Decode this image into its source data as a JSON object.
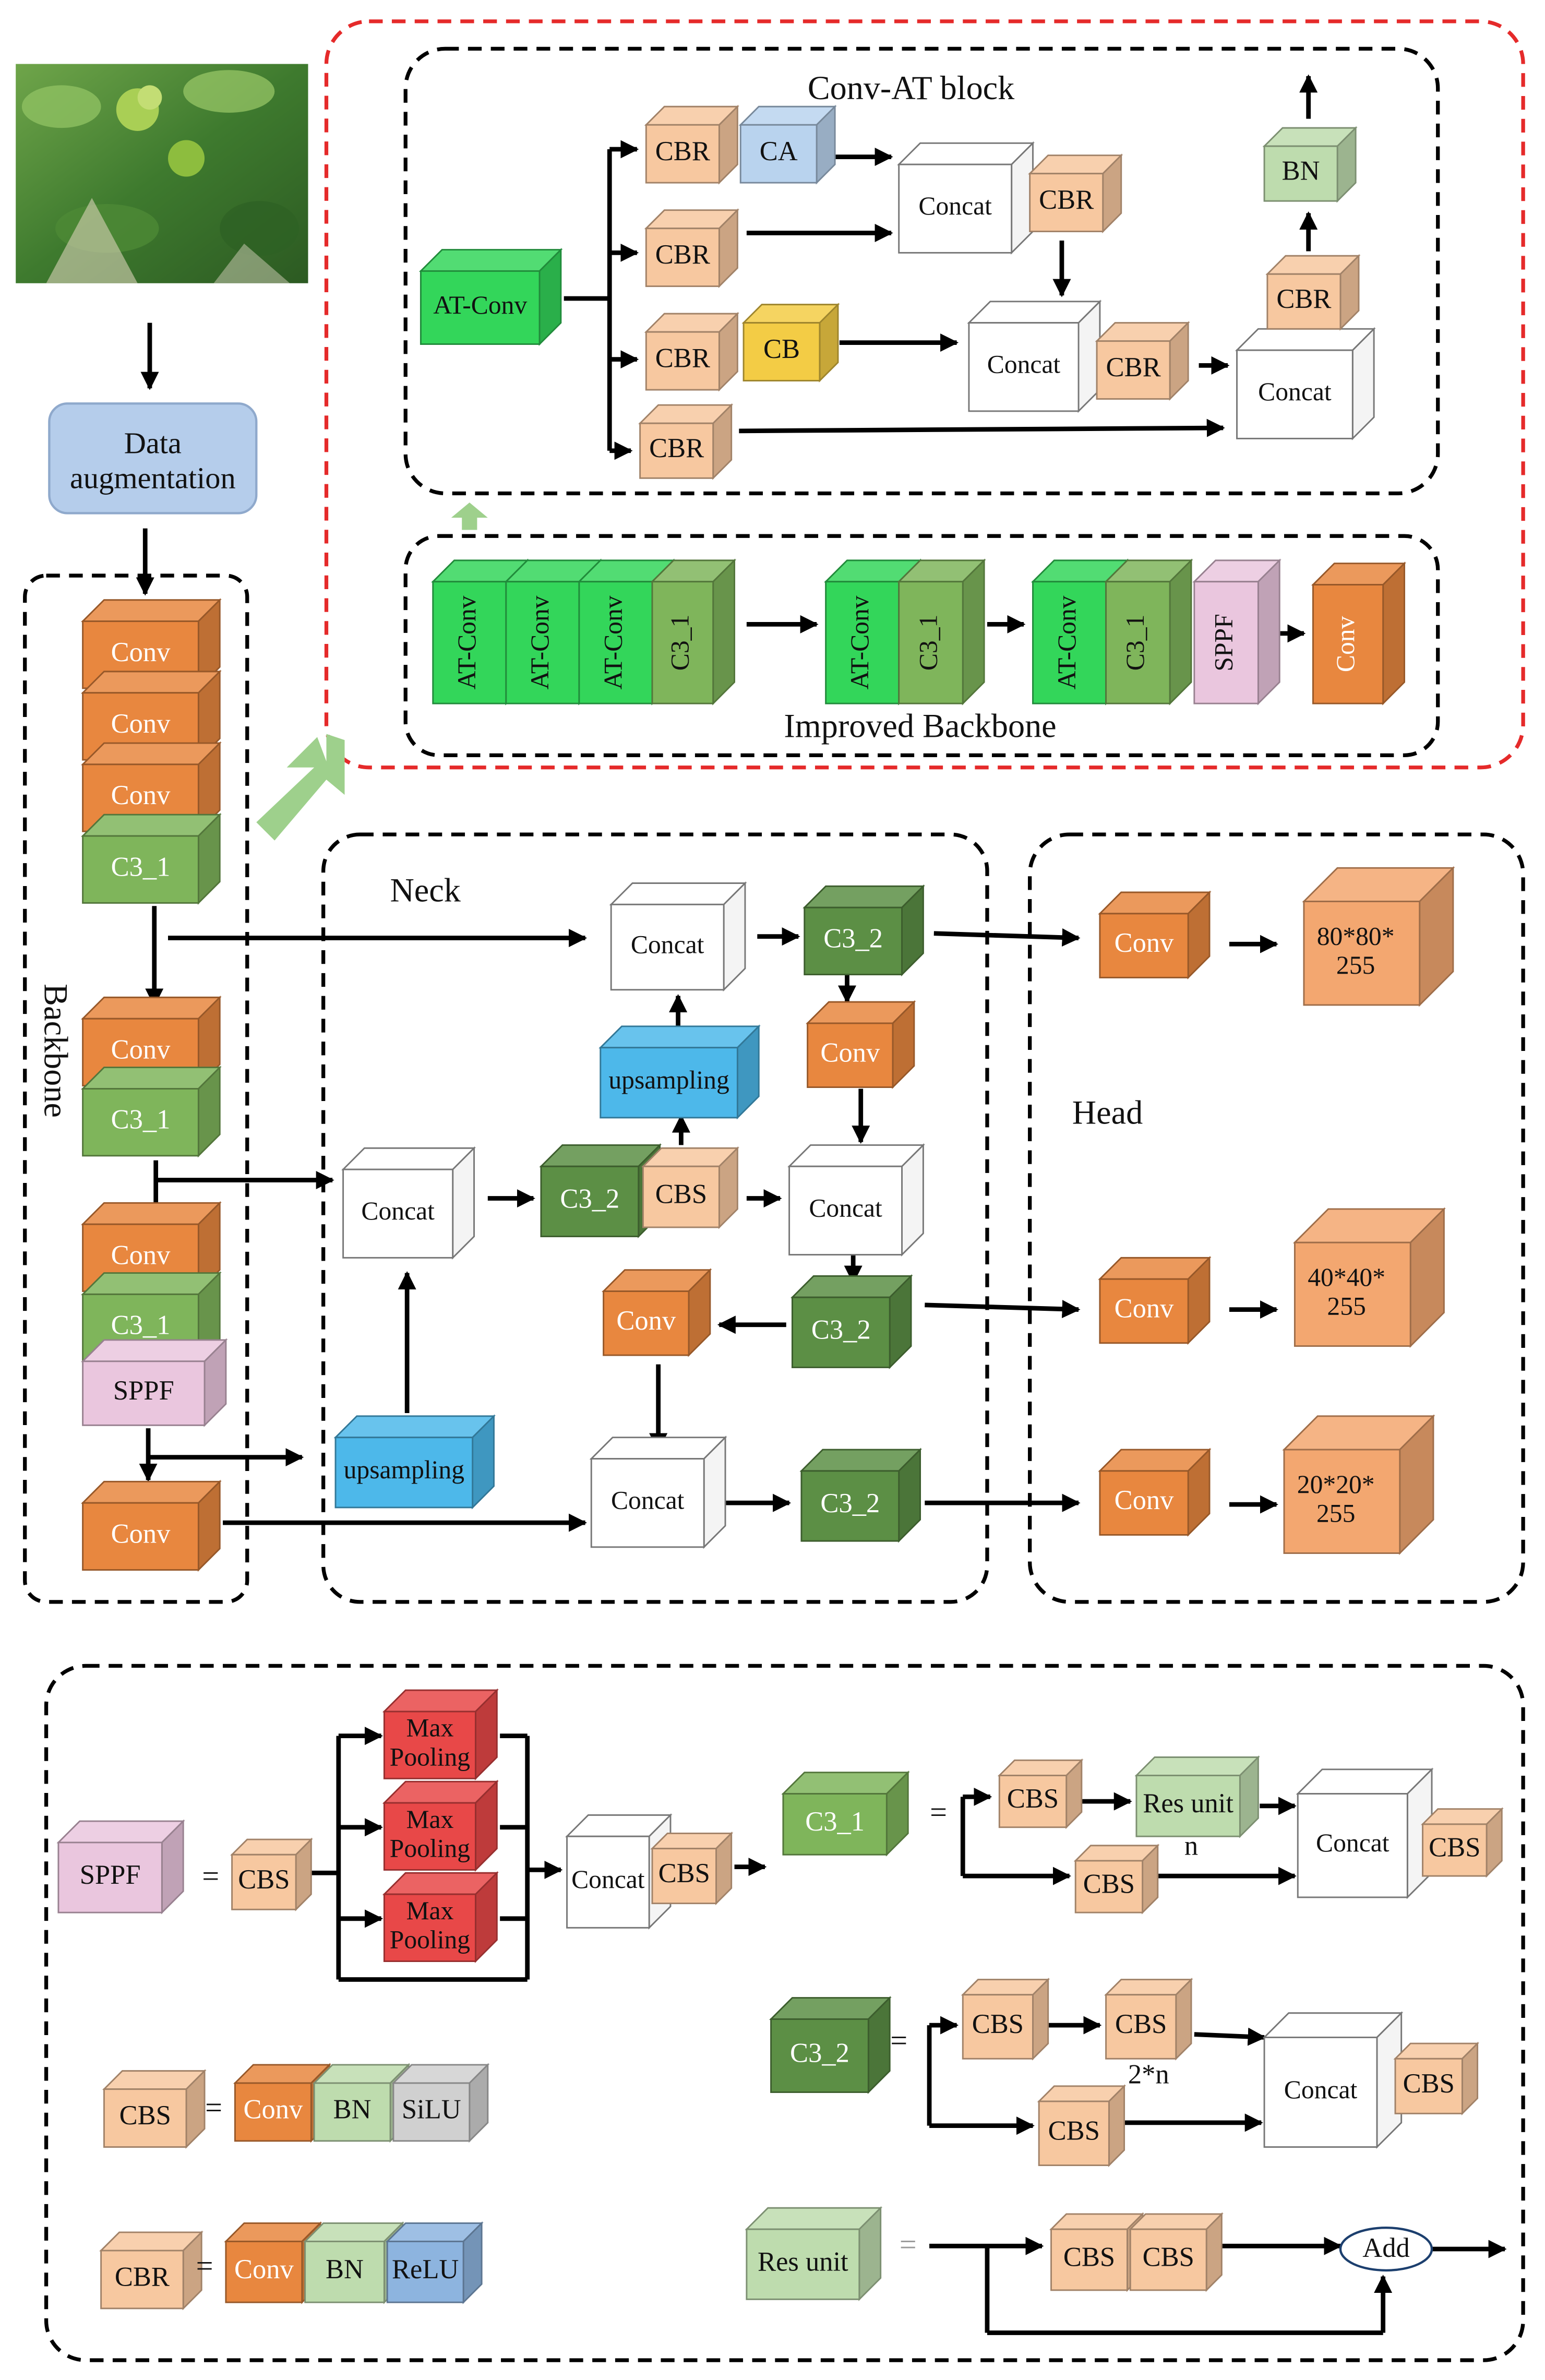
{
  "colors": {
    "conv": "#E8873F",
    "c3_1": "#7FB55B",
    "c3_2": "#5C8F45",
    "atconv": "#33D65A",
    "sppf": "#EAC6DE",
    "cbr": "#F7C8A0",
    "cbs": "#F7C8A0",
    "concat": "#FFFFFF",
    "upsampling": "#4DB8EA",
    "ca": "#B9D3EE",
    "cb": "#F3CC45",
    "bn": "#BEDCAE",
    "silu": "#D0D0D0",
    "relu": "#8DB4DF",
    "pool": "#E84848",
    "res": "#BEDCAE",
    "head": "#F3A770",
    "dash_red": "#E52A2A",
    "dash_black": "#000000",
    "highlight_arrow": "#9ED08C"
  },
  "icons": {
    "photo": "orange-tree-photo",
    "big_arrow": "highlight-arrow"
  },
  "labels": {
    "data_aug_line1": "Data",
    "data_aug_line2": "augmentation",
    "backbone": "Backbone",
    "neck": "Neck",
    "head": "Head",
    "conv_at_block": "Conv-AT block",
    "improved_backbone": "Improved Backbone",
    "conv": "Conv",
    "c3_1": "C3_1",
    "c3_2": "C3_2",
    "sppf": "SPPF",
    "at_conv": "AT-Conv",
    "cbr": "CBR",
    "cbs": "CBS",
    "ca": "CA",
    "cb": "CB",
    "bn": "BN",
    "silu": "SiLU",
    "relu": "ReLU",
    "concat": "Concat",
    "upsampling": "upsampling",
    "max": "Max",
    "pooling": "Pooling",
    "res_unit": "Res unit",
    "add": "Add",
    "equals": "=",
    "n": "n",
    "two_n": "2*n"
  },
  "head_outputs": [
    {
      "line1": "80*80*",
      "line2": "255"
    },
    {
      "line1": "40*40*",
      "line2": "255"
    },
    {
      "line1": "20*20*",
      "line2": "255"
    }
  ]
}
